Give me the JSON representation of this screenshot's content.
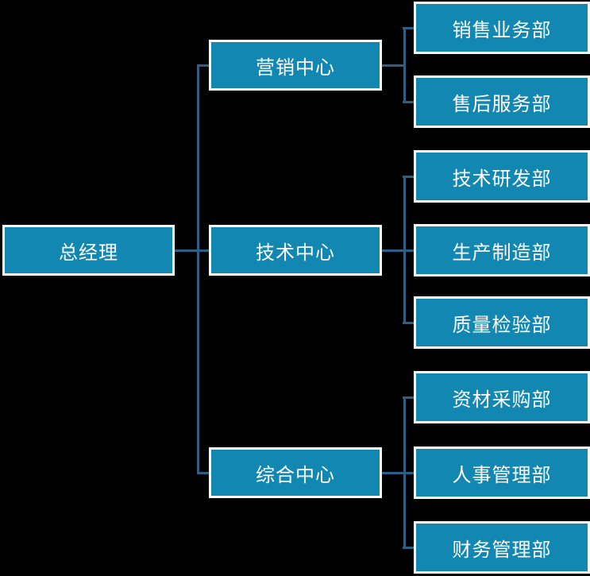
{
  "org": {
    "root": {
      "label": "总经理"
    },
    "groups": [
      {
        "center": {
          "label": "营销中心"
        },
        "departments": [
          {
            "label": "销售业务部"
          },
          {
            "label": "售后服务部"
          }
        ]
      },
      {
        "center": {
          "label": "技术中心"
        },
        "departments": [
          {
            "label": "技术研发部"
          },
          {
            "label": "生产制造部"
          },
          {
            "label": "质量检验部"
          }
        ]
      },
      {
        "center": {
          "label": "综合中心"
        },
        "departments": [
          {
            "label": "资材采购部"
          },
          {
            "label": "人事管理部"
          },
          {
            "label": "财务管理部"
          }
        ]
      }
    ],
    "colors": {
      "background": "#000000",
      "box_fill": "#1287B2",
      "box_border": "#FFFFFF",
      "connector_line": "#2D5E86",
      "text": "#FFFFFF"
    }
  }
}
